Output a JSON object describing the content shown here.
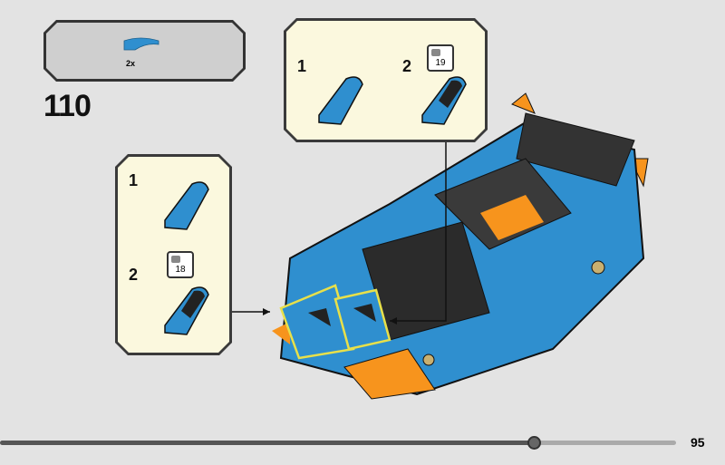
{
  "step_number": "110",
  "parts_list": {
    "items": [
      {
        "icon": "blue-curved-slope-brick",
        "quantity": "2x"
      }
    ]
  },
  "substep_top": {
    "steps": [
      {
        "label": "1"
      },
      {
        "label": "2",
        "sticker": "19"
      }
    ]
  },
  "substep_left": {
    "steps": [
      {
        "label": "1"
      },
      {
        "label": "2",
        "sticker": "18"
      }
    ]
  },
  "progress": {
    "fraction": 0.79
  },
  "page_number": "95",
  "colors": {
    "brick_blue": "#2f8fcf",
    "accent_orange": "#f7941d",
    "background": "#e3e3e3",
    "callout_bg": "#fbf8de"
  }
}
